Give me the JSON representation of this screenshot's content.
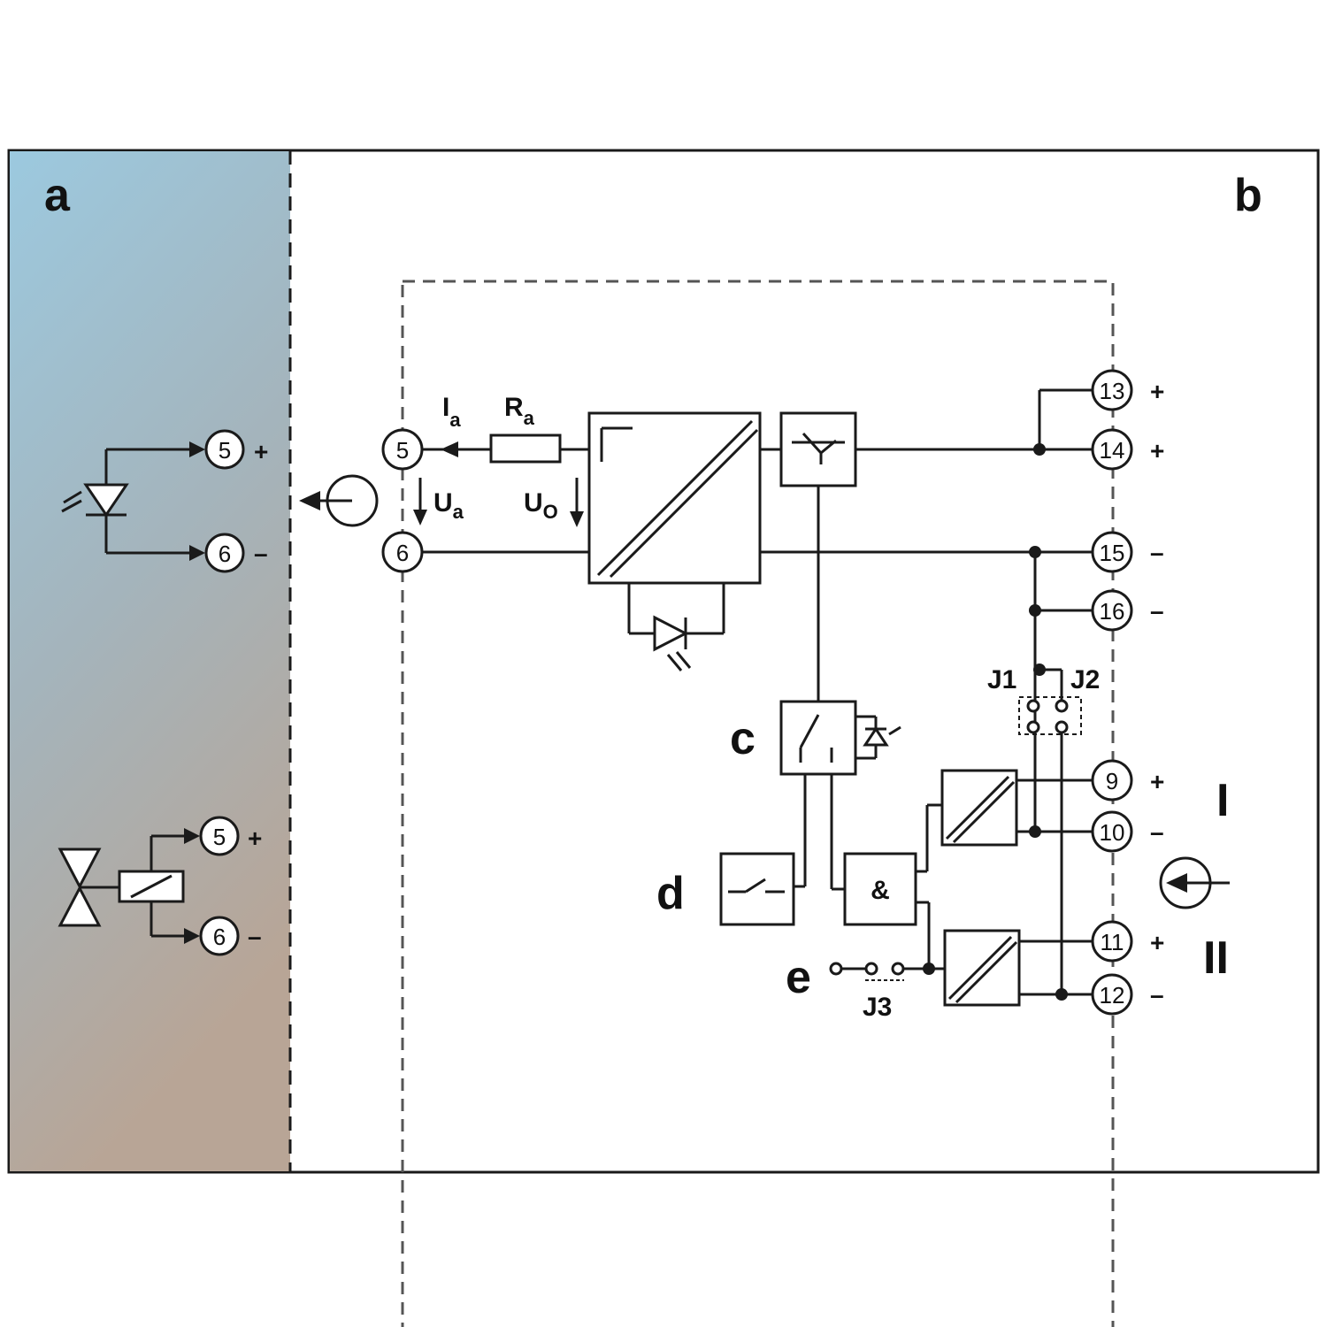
{
  "panels": {
    "field_side_label": "a",
    "device_side_label": "b"
  },
  "field": {
    "upper": {
      "plus_terminal": "5",
      "minus_terminal": "6",
      "plus": "+",
      "minus": "–"
    },
    "lower": {
      "plus_terminal": "5",
      "minus_terminal": "6",
      "plus": "+",
      "minus": "–"
    }
  },
  "inputs": {
    "terminal_1": "5",
    "terminal_2": "6",
    "current_symbol": "I",
    "current_sub": "a",
    "resistor_symbol": "R",
    "resistor_sub": "a",
    "voltage_a_symbol": "U",
    "voltage_a_sub": "a",
    "voltage_o_symbol": "U",
    "voltage_o_sub": "O"
  },
  "outputs": [
    {
      "terminal": "13",
      "sign": "+"
    },
    {
      "terminal": "14",
      "sign": "+"
    },
    {
      "terminal": "15",
      "sign": "–"
    },
    {
      "terminal": "16",
      "sign": "–"
    },
    {
      "terminal": "9",
      "sign": "+"
    },
    {
      "terminal": "10",
      "sign": "–"
    },
    {
      "terminal": "11",
      "sign": "+"
    },
    {
      "terminal": "12",
      "sign": "–"
    }
  ],
  "jumpers": {
    "j1": "J1",
    "j2": "J2",
    "j3": "J3"
  },
  "blocks": {
    "c": "c",
    "d": "d",
    "e": "e",
    "and_gate": "&"
  },
  "channels": {
    "ch1": "I",
    "ch2": "II"
  },
  "colors": {
    "field_gradient_top": "#9cc9df",
    "field_gradient_mid": "#a4b4bc",
    "field_gradient_bottom": "#b8a596",
    "line": "#1a1a1a"
  }
}
